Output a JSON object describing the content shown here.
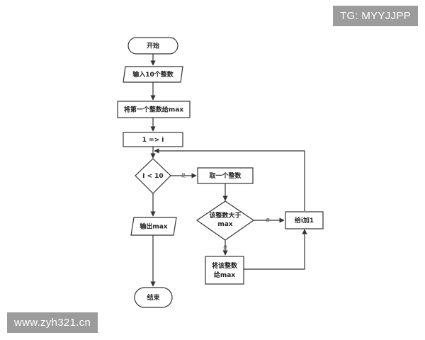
{
  "watermarks": {
    "top_right": "TG: MYYJJPP",
    "bottom_left": "www.zyh321.cn"
  },
  "flowchart": {
    "start": "开始",
    "input": "输入10个整数",
    "init_max": "将第一个整数给max",
    "init_i": "1 => i",
    "loop_condition": "i < 10",
    "take_number": "取一个整数",
    "compare_line1": "该整数大于",
    "compare_line2": "max",
    "assign_line1": "将该整数",
    "assign_line2": "给max",
    "increment": "给i加1",
    "output": "输出max",
    "end": "结束",
    "edge_yes_loop": "是",
    "edge_no_compare": "否",
    "edge_yes_compare": "是"
  },
  "colors": {
    "stroke": "#333333",
    "fill": "#ffffff",
    "watermark_bg": "#9c9c9c"
  }
}
